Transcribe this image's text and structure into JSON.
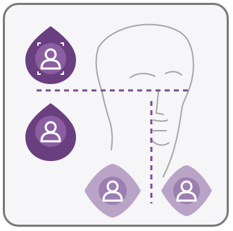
{
  "illustration": {
    "colors": {
      "frame_border": "#7a7a7a",
      "background": "#f6f5f8",
      "dark_purple": "#6a3f7f",
      "light_purple": "#b9a3c6",
      "guide_line": "#7a4f8e",
      "face_outline": "#a8a8a8",
      "icon_stroke": "#ffffff"
    },
    "icons": [
      "face-scan-user-icon",
      "face-scan-user-icon",
      "user-scan-icon",
      "user-scan-icon"
    ],
    "elements": [
      "face-profile-outline",
      "horizontal-guide-line",
      "vertical-guide-line"
    ]
  }
}
